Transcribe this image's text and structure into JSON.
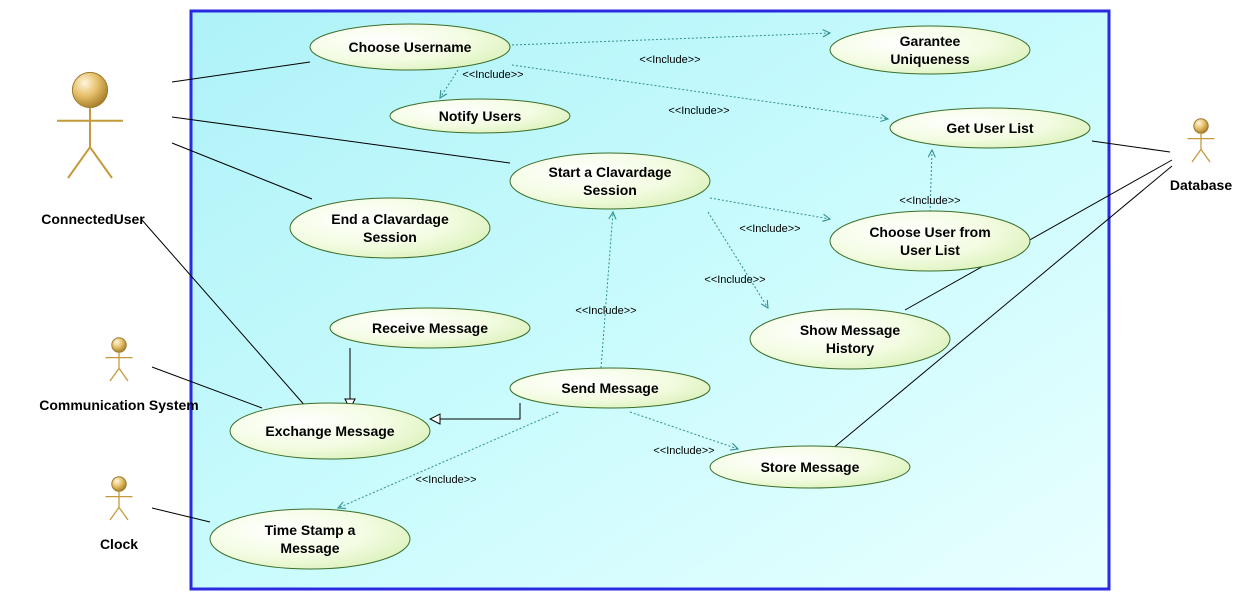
{
  "actors": [
    {
      "id": "connected-user",
      "name": "ConnectedUser"
    },
    {
      "id": "communication-system",
      "name": "Communication System"
    },
    {
      "id": "clock",
      "name": "Clock"
    },
    {
      "id": "database",
      "name": "Database"
    }
  ],
  "use_cases": [
    {
      "id": "choose-username",
      "lines": [
        "Choose Username"
      ]
    },
    {
      "id": "garantee-uniqueness",
      "lines": [
        "Garantee",
        "Uniqueness"
      ]
    },
    {
      "id": "notify-users",
      "lines": [
        "Notify Users"
      ]
    },
    {
      "id": "get-user-list",
      "lines": [
        "Get User List"
      ]
    },
    {
      "id": "start-session",
      "lines": [
        "Start a Clavardage",
        "Session"
      ]
    },
    {
      "id": "end-session",
      "lines": [
        "End a Clavardage",
        "Session"
      ]
    },
    {
      "id": "choose-user-from-list",
      "lines": [
        "Choose User from",
        "User List"
      ]
    },
    {
      "id": "show-message-history",
      "lines": [
        "Show Message",
        "History"
      ]
    },
    {
      "id": "receive-message",
      "lines": [
        "Receive Message"
      ]
    },
    {
      "id": "send-message",
      "lines": [
        "Send Message"
      ]
    },
    {
      "id": "exchange-message",
      "lines": [
        "Exchange Message"
      ]
    },
    {
      "id": "store-message",
      "lines": [
        "Store Message"
      ]
    },
    {
      "id": "time-stamp-message",
      "lines": [
        "Time Stamp a",
        "Message"
      ]
    }
  ],
  "associations": [
    {
      "actor": "connected-user",
      "use_case": "choose-username"
    },
    {
      "actor": "connected-user",
      "use_case": "start-session"
    },
    {
      "actor": "connected-user",
      "use_case": "end-session"
    },
    {
      "actor": "connected-user",
      "use_case": "exchange-message"
    },
    {
      "actor": "communication-system",
      "use_case": "exchange-message"
    },
    {
      "actor": "clock",
      "use_case": "time-stamp-message"
    },
    {
      "actor": "database",
      "use_case": "get-user-list"
    },
    {
      "actor": "database",
      "use_case": "show-message-history"
    },
    {
      "actor": "database",
      "use_case": "store-message"
    }
  ],
  "includes": [
    {
      "from": "choose-username",
      "to": "garantee-uniqueness",
      "label": "<<Include>>"
    },
    {
      "from": "choose-username",
      "to": "notify-users",
      "label": "<<Include>>"
    },
    {
      "from": "choose-username",
      "to": "get-user-list",
      "label": "<<Include>>"
    },
    {
      "from": "start-session",
      "to": "choose-user-from-list",
      "label": "<<Include>>"
    },
    {
      "from": "start-session",
      "to": "show-message-history",
      "label": "<<Include>>"
    },
    {
      "from": "choose-user-from-list",
      "to": "get-user-list",
      "label": "<<Include>>"
    },
    {
      "from": "send-message",
      "to": "start-session",
      "label": "<<Include>>"
    },
    {
      "from": "send-message",
      "to": "store-message",
      "label": "<<Include>>"
    },
    {
      "from": "send-message",
      "to": "time-stamp-message",
      "label": "<<Include>>"
    }
  ],
  "generalizations": [
    {
      "child": "receive-message",
      "parent": "exchange-message"
    },
    {
      "child": "send-message",
      "parent": "exchange-message"
    }
  ]
}
